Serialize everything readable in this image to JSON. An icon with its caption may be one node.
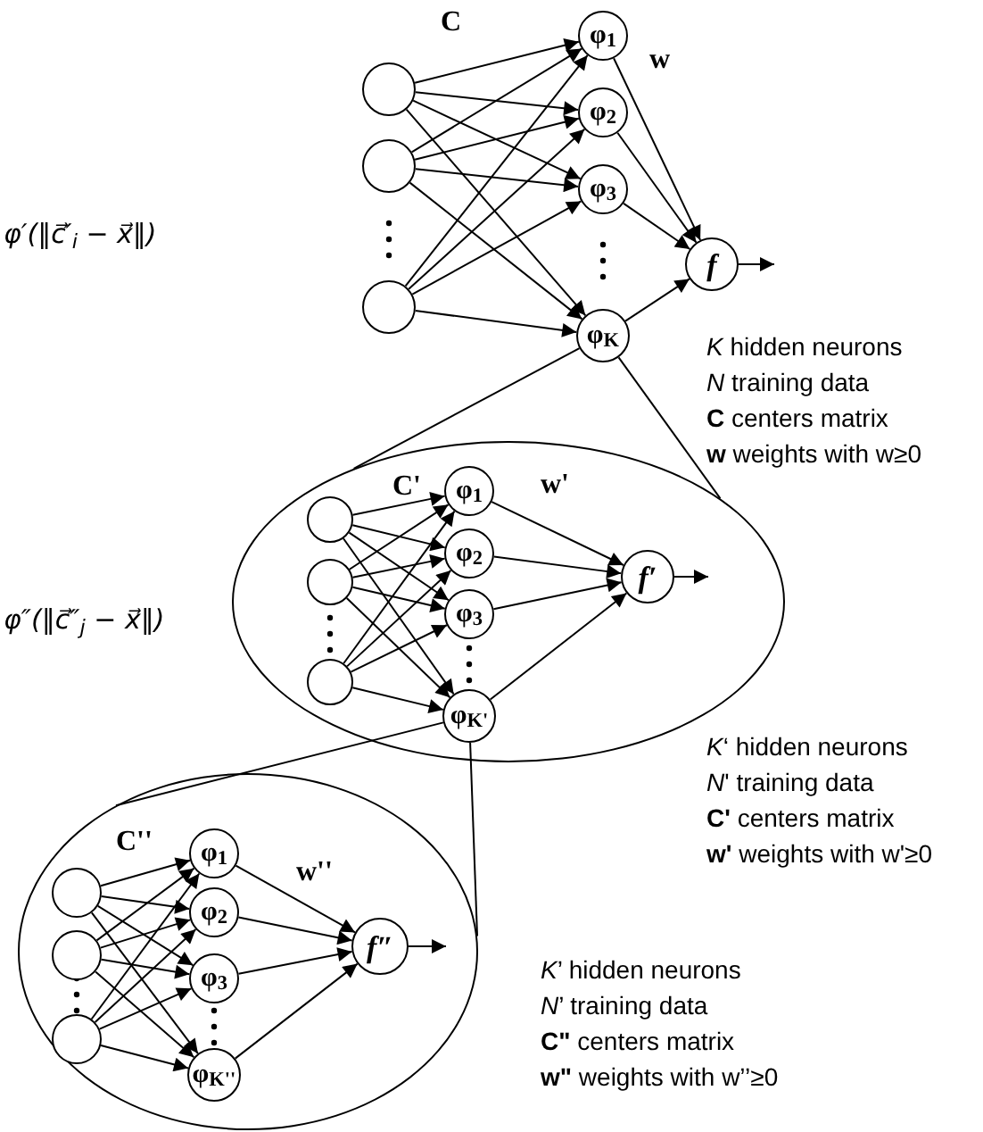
{
  "diagram": {
    "nodes": [
      {
        "text": [],
        "shape": "circle"
      },
      {
        "text": [],
        "shape": "circle"
      },
      {
        "text": [],
        "shape": "circle"
      },
      {
        "text": [
          "φ$_{1}$"
        ]
      },
      {
        "text": [
          "φ$_{2}$"
        ]
      },
      {
        "text": [
          "φ$_{3}$"
        ]
      },
      {
        "text": [
          "φ$_{K}$"
        ]
      },
      {
        "text": [
          "f"
        ]
      },
      {
        "text": [],
        "shape": "ellipse"
      },
      {
        "text": [],
        "shape": "circle",
        "in": 8
      },
      {
        "text": [],
        "shape": "circle",
        "in": 8
      },
      {
        "text": [],
        "shape": "circle",
        "in": 8
      },
      {
        "text": [
          "φ$_{1}$"
        ],
        "in": 8
      },
      {
        "text": [
          "φ$_{2}$"
        ],
        "in": 8
      },
      {
        "text": [
          "φ$_{3}$"
        ],
        "in": 8
      },
      {
        "text": [
          "φ$_{K'}$"
        ],
        "in": 8
      },
      {
        "text": [
          "f′"
        ],
        "in": 8
      },
      {
        "text": [],
        "shape": "ellipse"
      },
      {
        "text": [],
        "shape": "circle",
        "in": 17
      },
      {
        "text": [],
        "shape": "circle",
        "in": 17
      },
      {
        "text": [],
        "shape": "circle",
        "in": 17
      },
      {
        "text": [
          "φ$_{1}$"
        ],
        "in": 17
      },
      {
        "text": [
          "φ$_{2}$"
        ],
        "in": 17
      },
      {
        "text": [
          "φ$_{3}$"
        ],
        "in": 17
      },
      {
        "text": [
          "φ$_{K''}$"
        ],
        "in": 17
      },
      {
        "text": [
          "f″"
        ],
        "in": 17
      }
    ],
    "edges": [
      {
        "from": 0,
        "to": 3,
        "arrow": "to"
      },
      {
        "from": 0,
        "to": 4,
        "arrow": "to"
      },
      {
        "from": 0,
        "to": 5,
        "arrow": "to"
      },
      {
        "from": 0,
        "to": 6,
        "arrow": "to"
      },
      {
        "from": 1,
        "to": 3,
        "arrow": "to"
      },
      {
        "from": 1,
        "to": 4,
        "arrow": "to"
      },
      {
        "from": 1,
        "to": 5,
        "arrow": "to"
      },
      {
        "from": 1,
        "to": 6,
        "arrow": "to"
      },
      {
        "from": 2,
        "to": 3,
        "arrow": "to"
      },
      {
        "from": 2,
        "to": 4,
        "arrow": "to"
      },
      {
        "from": 2,
        "to": 5,
        "arrow": "to"
      },
      {
        "from": 2,
        "to": 6,
        "arrow": "to"
      },
      {
        "from": 3,
        "to": 7,
        "arrow": "to"
      },
      {
        "from": 4,
        "to": 7,
        "arrow": "to"
      },
      {
        "from": 5,
        "to": 7,
        "arrow": "to"
      },
      {
        "from": 6,
        "to": 7,
        "arrow": "to"
      },
      {
        "from": 7,
        "to": null,
        "arrow": "to"
      },
      {
        "from": 6,
        "to": 8,
        "arrow": "none"
      },
      {
        "from": 6,
        "to": 8,
        "arrow": "none"
      },
      {
        "from": 9,
        "to": 12,
        "arrow": "to"
      },
      {
        "from": 9,
        "to": 13,
        "arrow": "to"
      },
      {
        "from": 9,
        "to": 14,
        "arrow": "to"
      },
      {
        "from": 9,
        "to": 15,
        "arrow": "to"
      },
      {
        "from": 10,
        "to": 12,
        "arrow": "to"
      },
      {
        "from": 10,
        "to": 13,
        "arrow": "to"
      },
      {
        "from": 10,
        "to": 14,
        "arrow": "to"
      },
      {
        "from": 10,
        "to": 15,
        "arrow": "to"
      },
      {
        "from": 11,
        "to": 12,
        "arrow": "to"
      },
      {
        "from": 11,
        "to": 13,
        "arrow": "to"
      },
      {
        "from": 11,
        "to": 14,
        "arrow": "to"
      },
      {
        "from": 11,
        "to": 15,
        "arrow": "to"
      },
      {
        "from": 12,
        "to": 16,
        "arrow": "to"
      },
      {
        "from": 13,
        "to": 16,
        "arrow": "to"
      },
      {
        "from": 14,
        "to": 16,
        "arrow": "to"
      },
      {
        "from": 15,
        "to": 16,
        "arrow": "to"
      },
      {
        "from": 16,
        "to": null,
        "arrow": "to"
      },
      {
        "from": 15,
        "to": 17,
        "arrow": "none"
      },
      {
        "from": 15,
        "to": 17,
        "arrow": "none"
      },
      {
        "from": 18,
        "to": 21,
        "arrow": "to"
      },
      {
        "from": 18,
        "to": 22,
        "arrow": "to"
      },
      {
        "from": 18,
        "to": 23,
        "arrow": "to"
      },
      {
        "from": 18,
        "to": 24,
        "arrow": "to"
      },
      {
        "from": 19,
        "to": 21,
        "arrow": "to"
      },
      {
        "from": 19,
        "to": 22,
        "arrow": "to"
      },
      {
        "from": 19,
        "to": 23,
        "arrow": "to"
      },
      {
        "from": 19,
        "to": 24,
        "arrow": "to"
      },
      {
        "from": 20,
        "to": 21,
        "arrow": "to"
      },
      {
        "from": 20,
        "to": 22,
        "arrow": "to"
      },
      {
        "from": 20,
        "to": 23,
        "arrow": "to"
      },
      {
        "from": 20,
        "to": 24,
        "arrow": "to"
      },
      {
        "from": 21,
        "to": 25,
        "arrow": "to"
      },
      {
        "from": 22,
        "to": 25,
        "arrow": "to"
      },
      {
        "from": 23,
        "to": 25,
        "arrow": "to"
      },
      {
        "from": 24,
        "to": 25,
        "arrow": "to"
      },
      {
        "from": 25,
        "to": null,
        "arrow": "to"
      }
    ],
    "labels": [
      "C",
      "φ′(‖c⃗′$_{i}$ − x⃗‖)",
      "w",
      "*K* hidden neurons",
      "*N* training data",
      "**C** centers matrix",
      "**w** weights with w≥0",
      "C'",
      "w'",
      "φ″(‖c⃗″$_{j}$ − x⃗‖)",
      "*K*‘ hidden neurons",
      "*N*' training data",
      "**C'** centers matrix",
      "**w'** weights with w'≥0",
      "C''",
      "w''",
      "*K*’ hidden neurons",
      "*N*’ training data",
      "**C\"** centers matrix",
      "**w\"** weights with w’’≥0"
    ]
  }
}
